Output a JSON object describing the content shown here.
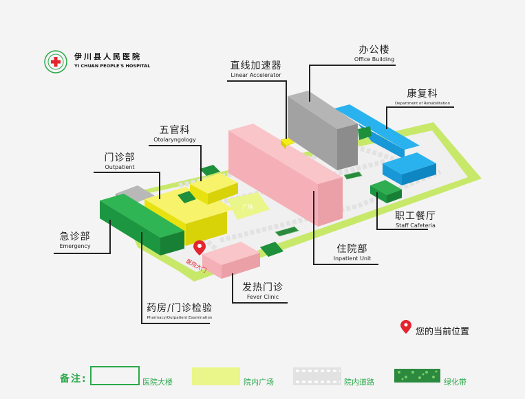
{
  "hospital": {
    "name_cn": "伊川县人民医院",
    "name_en": "YI CHUAN PEOPLE'S HOSPITAL",
    "logo_text": "伊川县人民医院"
  },
  "buildings": {
    "office": {
      "cn": "办公楼",
      "en": "Office Building"
    },
    "linac": {
      "cn": "直线加速器",
      "en": "Linear Accelerator"
    },
    "rehab": {
      "cn": "康复科",
      "en": "Department of Rehabilitation"
    },
    "ent": {
      "cn": "五官科",
      "en": "Otolaryngology"
    },
    "outpatient": {
      "cn": "门诊部",
      "en": "Outpatient"
    },
    "emergency": {
      "cn": "急诊部",
      "en": "Emergency"
    },
    "canteen": {
      "cn": "职工餐厅",
      "en": "Staff Cafeteria"
    },
    "inpatient": {
      "cn": "住院部",
      "en": "Inpatient Unit"
    },
    "fever": {
      "cn": "发热门诊",
      "en": "Fever Clinic"
    },
    "pharmacy": {
      "cn": "药房/门诊检验",
      "en": "Pharmacy/Outpatient Examination"
    }
  },
  "markers": {
    "current_location": "您的当前位置",
    "gate_text": "医院大门",
    "square_text": "广场"
  },
  "legend": {
    "title": "备注:",
    "items": [
      {
        "label": "医院大楼",
        "color": "#1aa64a"
      },
      {
        "label": "院内广场",
        "color": "#eaf58a"
      },
      {
        "label": "院内道路",
        "color": "#e0e0e0"
      },
      {
        "label": "绿化带",
        "color": "#2b8a3e"
      }
    ]
  },
  "colors": {
    "lawn": "#c8e86a",
    "road": "#e4e4e4",
    "green_building": "#26a849",
    "yellow_building": "#f2ee1a",
    "pink_building": "#f7b6bc",
    "blue_building": "#1aa3e6",
    "gray_building": "#a8a8a8",
    "marker_red": "#e3252f",
    "legend_green": "#2aa84a"
  }
}
